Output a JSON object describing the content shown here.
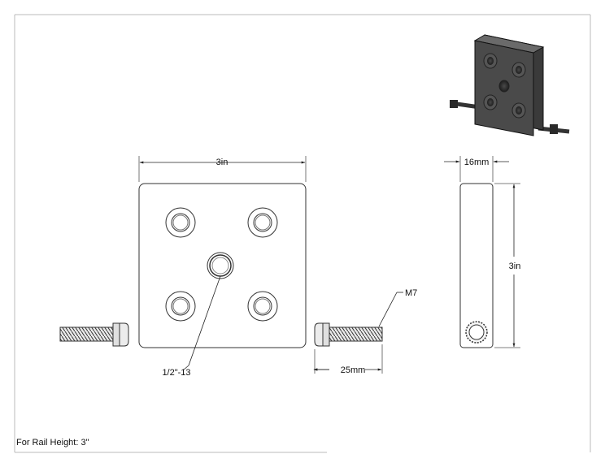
{
  "dimensions": {
    "plate_width": "3in",
    "side_thickness": "16mm",
    "side_height": "3in",
    "tap_size": "1/2\"-13",
    "screw_thread": "M7",
    "screw_length": "25mm"
  },
  "note": "For Rail Height: 3\""
}
